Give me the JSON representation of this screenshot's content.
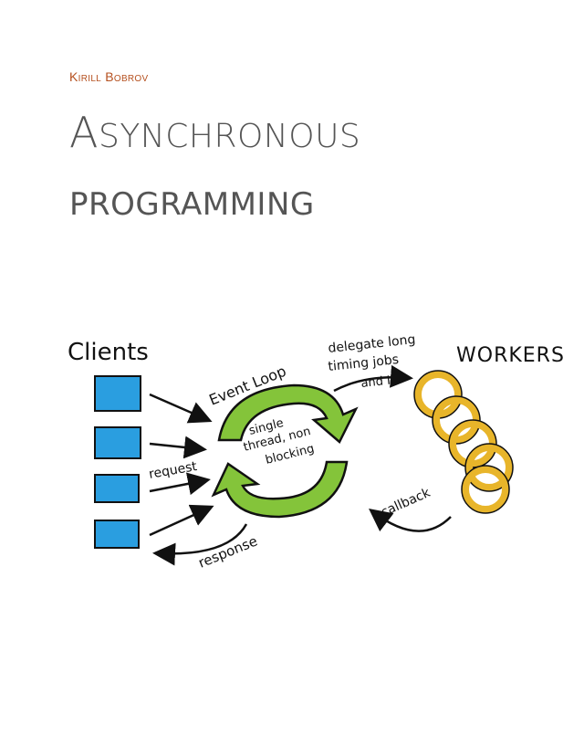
{
  "cover": {
    "author": "Kirill Bobrov",
    "title_first_letter": "A",
    "title_rest": "SYNCHRONOUS",
    "title_line2": "PROGRAMMING"
  },
  "illustration": {
    "clients_label": "Clients",
    "workers_label": "WORKERS",
    "event_loop_label": "Event Loop",
    "loop_center_label": [
      "single",
      "thread, non",
      "blocking"
    ],
    "delegate_label": [
      "delegate long",
      "timing jobs",
      "and IO"
    ],
    "request_label": "request",
    "response_label": "response",
    "callback_label": "callback",
    "colors": {
      "client_box": "#2a9ee0",
      "loop_arrow": "#84c43a",
      "worker_arrow": "#e8b52a",
      "author": "#b5501f",
      "title": "#555555"
    }
  }
}
